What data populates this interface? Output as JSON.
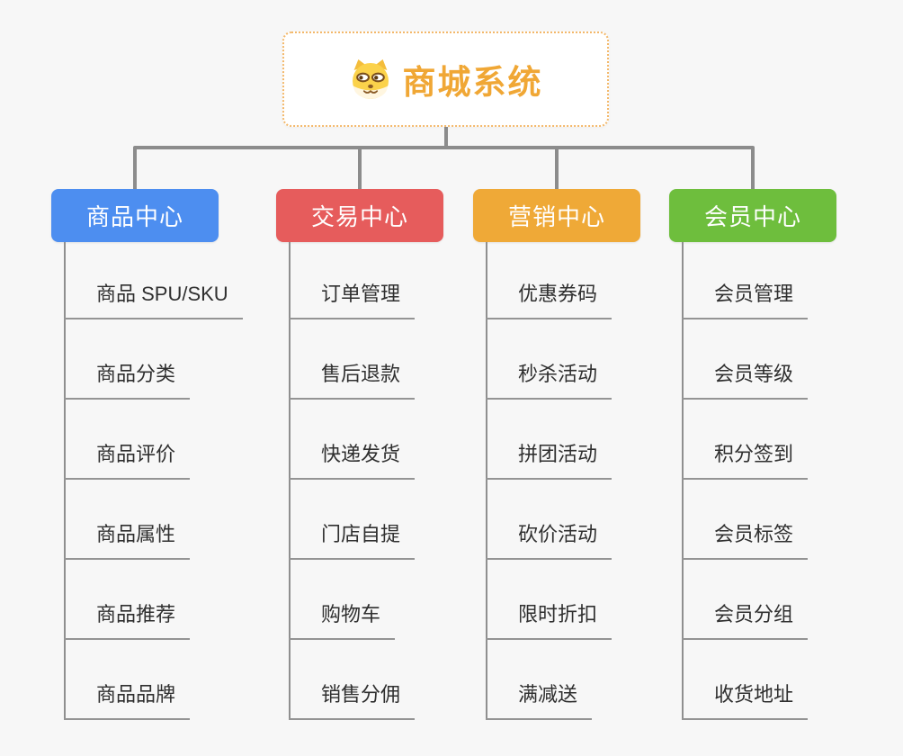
{
  "root": {
    "title": "商城系统",
    "icon": "dog-face-icon"
  },
  "branches": [
    {
      "label": "商品中心",
      "color": "#4d8ef0",
      "children": [
        "商品 SPU/SKU",
        "商品分类",
        "商品评价",
        "商品属性",
        "商品推荐",
        "商品品牌"
      ]
    },
    {
      "label": "交易中心",
      "color": "#e65c5c",
      "children": [
        "订单管理",
        "售后退款",
        "快递发货",
        "门店自提",
        "购物车",
        "销售分佣"
      ]
    },
    {
      "label": "营销中心",
      "color": "#efa937",
      "children": [
        "优惠券码",
        "秒杀活动",
        "拼团活动",
        "砍价活动",
        "限时折扣",
        "满减送"
      ]
    },
    {
      "label": "会员中心",
      "color": "#6ebe3d",
      "children": [
        "会员管理",
        "会员等级",
        "积分签到",
        "会员标签",
        "会员分组",
        "收货地址"
      ]
    }
  ],
  "style": {
    "background": "#f7f7f7",
    "connector_color": "#8c8c8c",
    "underline_color": "#949494",
    "root_border_color": "#f3b86a",
    "root_text_color": "#f0a735",
    "leaf_text_color": "#2f2f2f"
  }
}
